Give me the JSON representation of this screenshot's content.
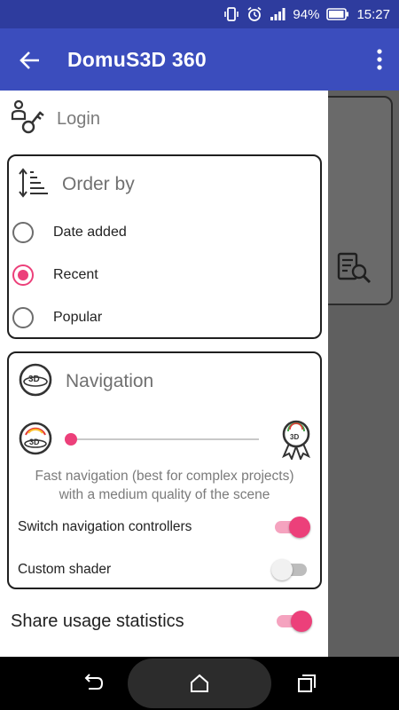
{
  "status_bar": {
    "battery": "94%",
    "time": "15:27",
    "icons": [
      "vibrate-icon",
      "alarm-icon",
      "signal-icon",
      "battery-icon"
    ]
  },
  "app_bar": {
    "title": "DomuS3D 360",
    "back_icon": "arrow-back-icon",
    "menu_icon": "more-vert-icon"
  },
  "drawer": {
    "login_label": "Login",
    "order_by": {
      "title": "Order by",
      "options": [
        {
          "label": "Date added",
          "selected": false
        },
        {
          "label": "Recent",
          "selected": true
        },
        {
          "label": "Popular",
          "selected": false
        }
      ]
    },
    "navigation": {
      "title": "Navigation",
      "slider_value": 0.0,
      "description_line1": "Fast navigation (best for complex projects)",
      "description_line2": "with a medium quality of the scene",
      "switch_controllers_label": "Switch navigation controllers",
      "switch_controllers_on": true,
      "custom_shader_label": "Custom shader",
      "custom_shader_on": false
    },
    "share_label": "Share usage statistics",
    "share_on": true
  },
  "colors": {
    "status_bar": "#2e3c9e",
    "app_bar": "#3b4dbd",
    "accent": "#ec407a",
    "accent_light": "#f5a3bf",
    "scrim": "#5f5f5f"
  }
}
